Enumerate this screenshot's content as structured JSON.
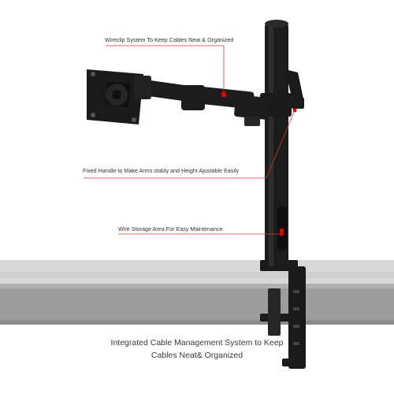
{
  "callouts": [
    {
      "label": "Wireclip System To Keep Cables Neat & Organized"
    },
    {
      "label": "Fixed Handle to Make Arms stably and Height Ajustable Easily"
    },
    {
      "label": "Wire Storage Area For Easy Maintenance"
    }
  ],
  "caption": {
    "line1": "Integrated Cable Management System to Keep",
    "line2": "Cables Neat& Organized"
  },
  "colors": {
    "background": "#ffffff",
    "desk_top": "#d6d6d6",
    "desk_front": "#9a9a9a",
    "mount_metal": "#1a1a1a",
    "callout_line": "#d23a3a",
    "callout_dot": "#e00000"
  }
}
